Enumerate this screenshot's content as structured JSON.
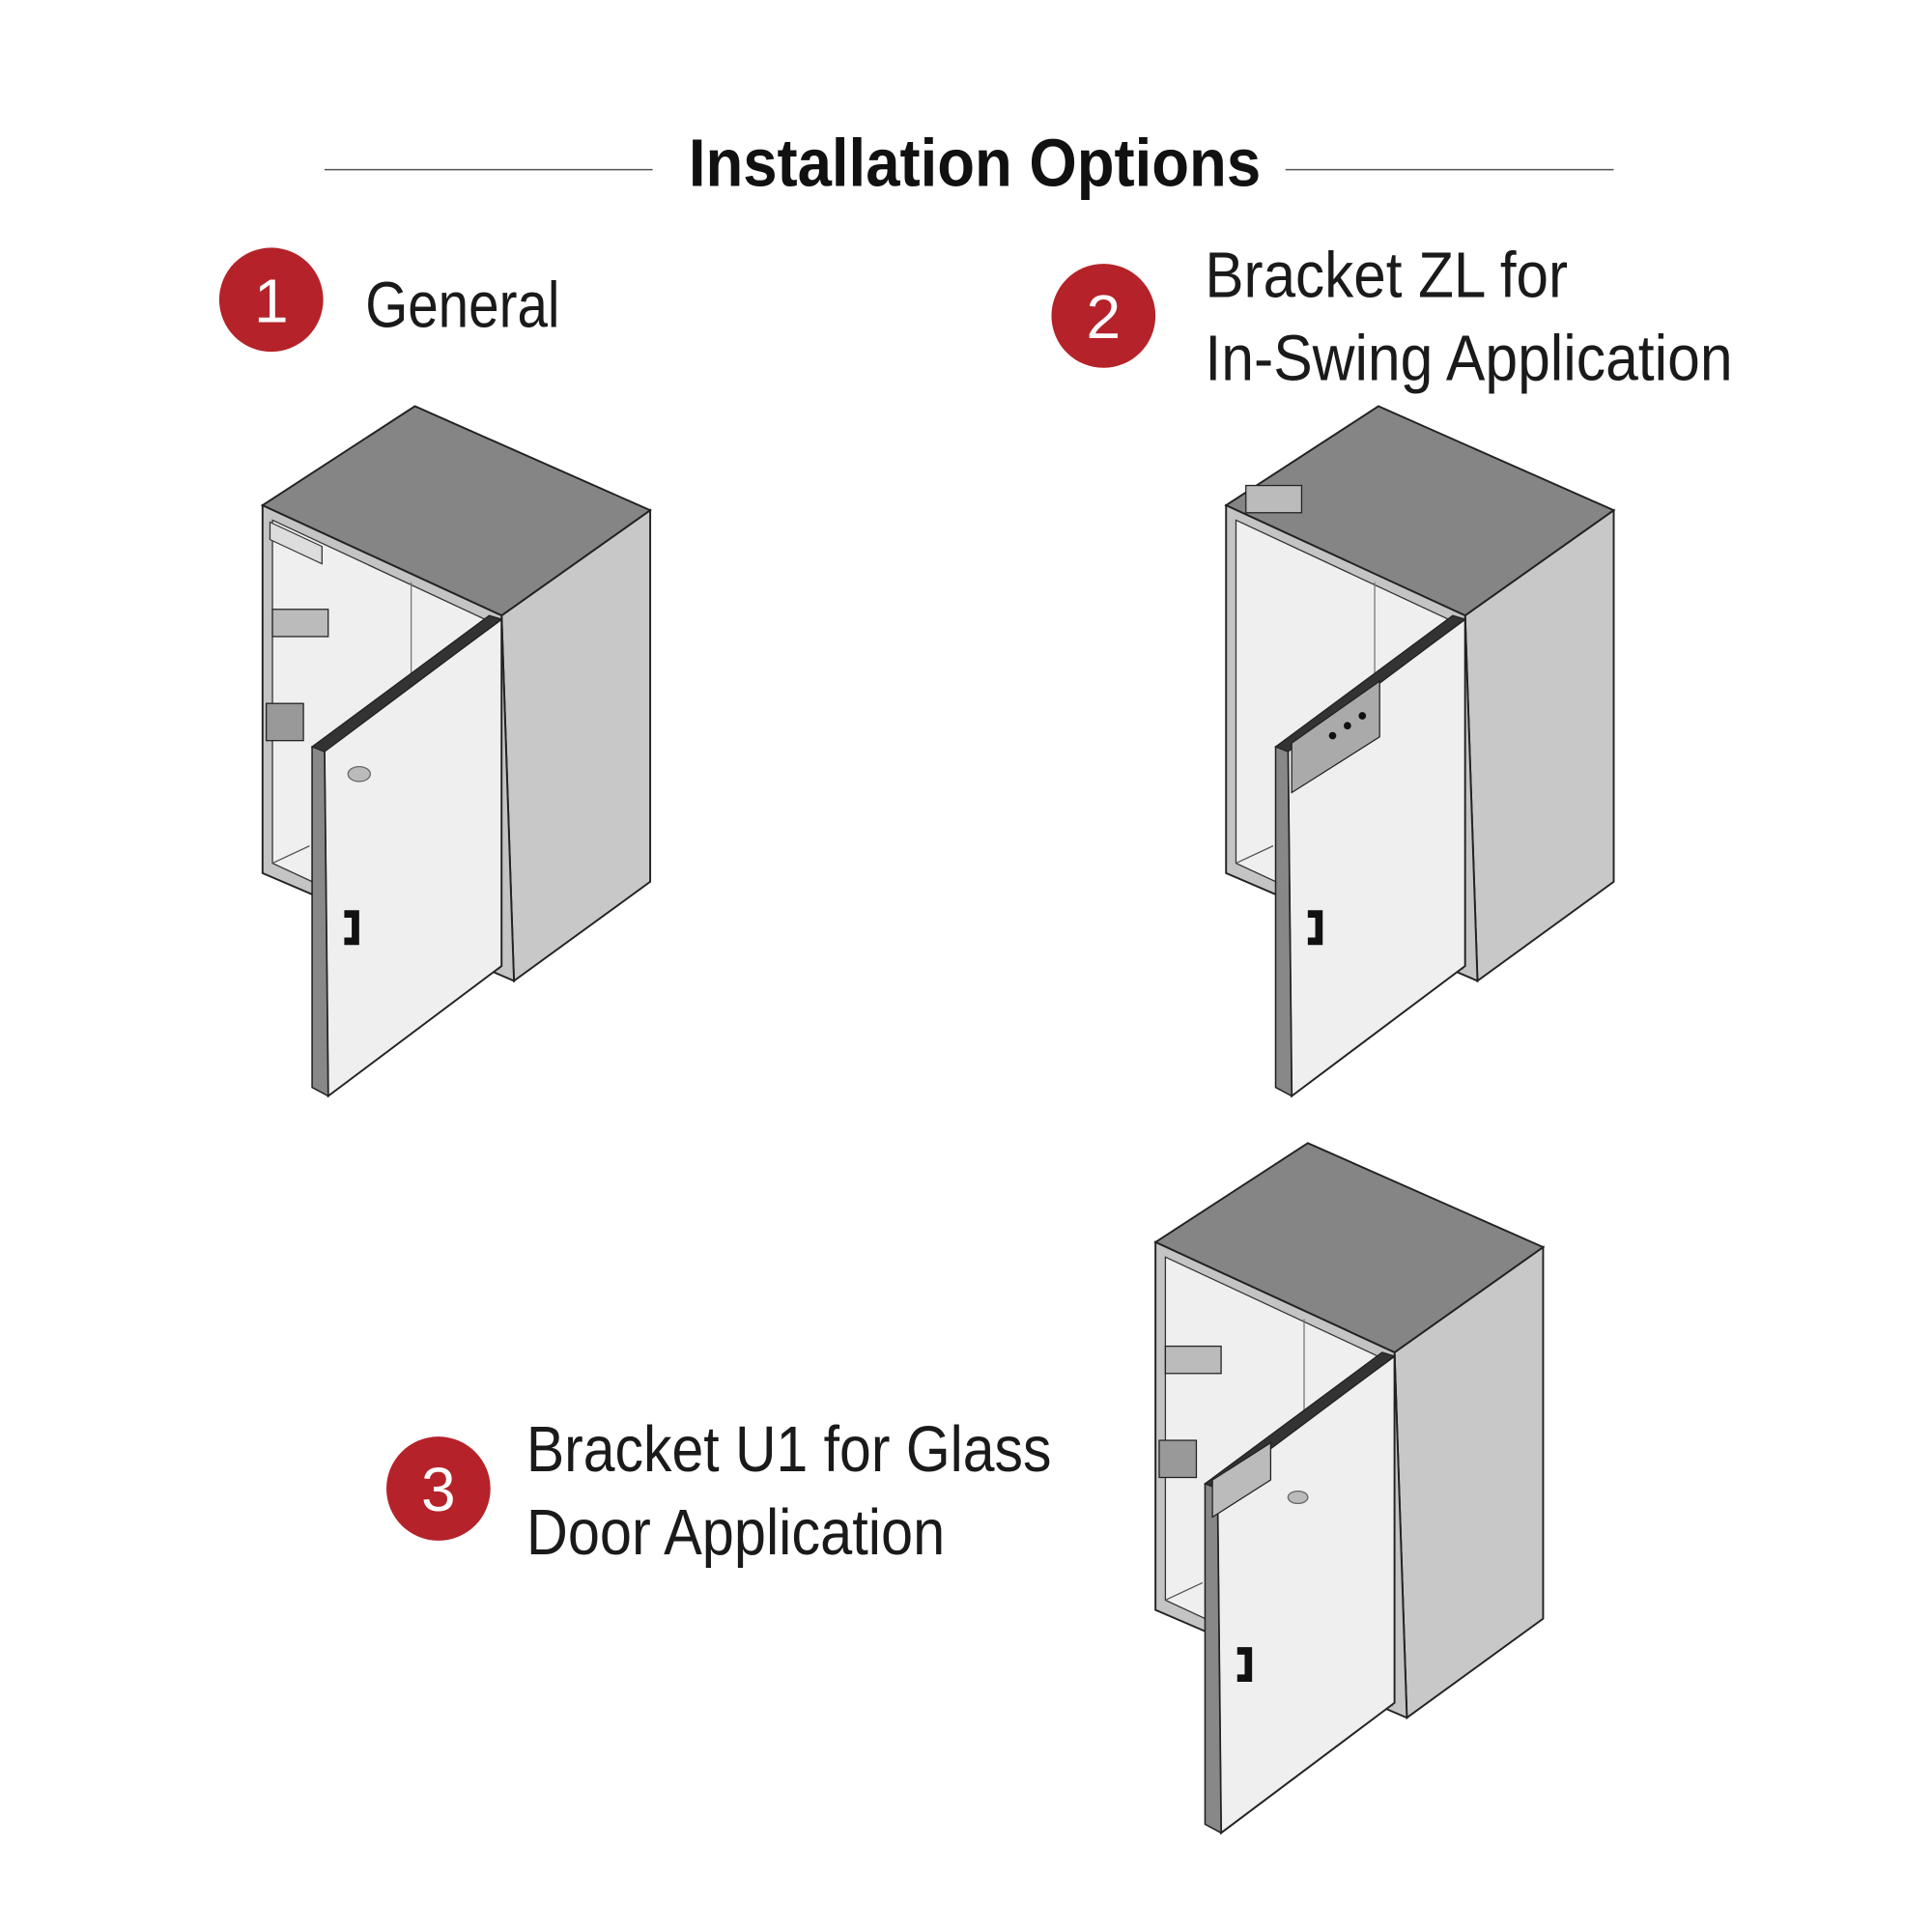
{
  "title": "Installation Options",
  "accent_color": "#b5222a",
  "options": [
    {
      "number": "1",
      "lines": [
        "General"
      ]
    },
    {
      "number": "2",
      "lines": [
        "Bracket ZL for",
        "In-Swing Application"
      ]
    },
    {
      "number": "3",
      "lines": [
        "Bracket U1 for Glass",
        "Door Application"
      ]
    }
  ]
}
